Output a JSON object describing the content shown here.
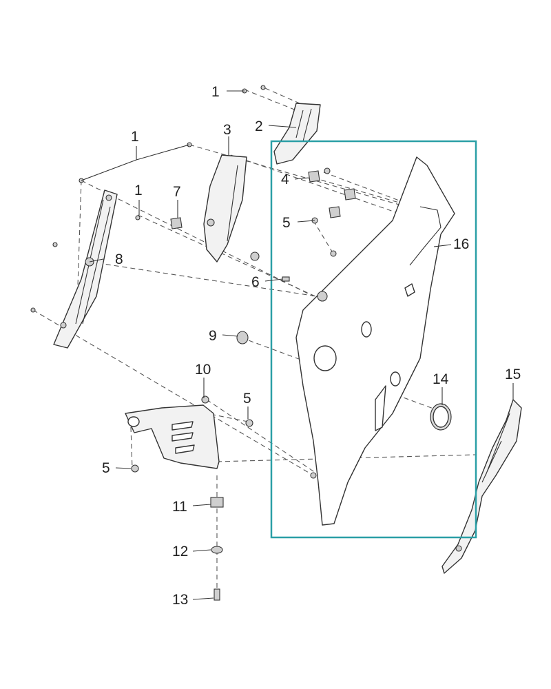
{
  "colors": {
    "highlight_frame": "#2a9fa6",
    "line": "#333333"
  },
  "callouts": {
    "c1a": "1",
    "c1b": "1",
    "c1c": "1",
    "c2": "2",
    "c3": "3",
    "c4": "4",
    "c5a": "5",
    "c5b": "5",
    "c5c": "5",
    "c6": "6",
    "c7": "7",
    "c8": "8",
    "c9": "9",
    "c10": "10",
    "c11": "11",
    "c12": "12",
    "c13": "13",
    "c14": "14",
    "c15": "15",
    "c16": "16"
  }
}
